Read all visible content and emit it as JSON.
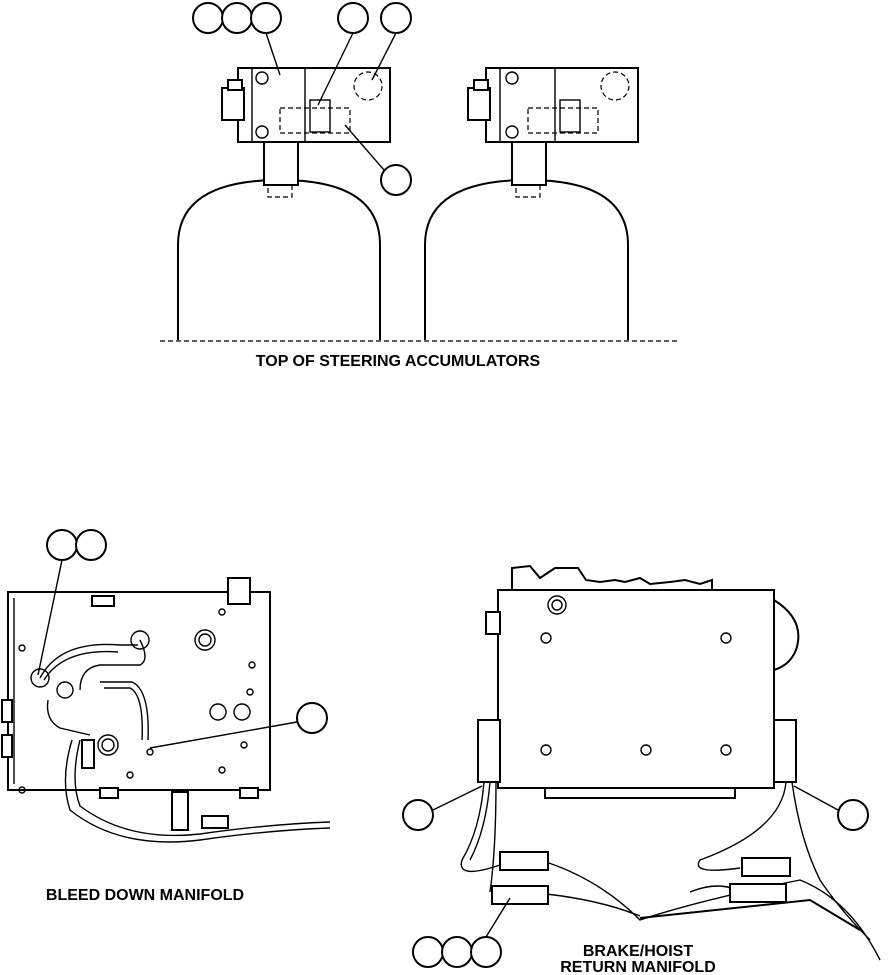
{
  "labels": {
    "top_accumulators": "TOP OF STEERING ACCUMULATORS",
    "bleed_down": "BLEED DOWN MANIFOLD",
    "brake_hoist_line1": "BRAKE/HOIST",
    "brake_hoist_line2": "RETURN MANIFOLD"
  },
  "colors": {
    "line": "#000000",
    "background": "#ffffff"
  }
}
